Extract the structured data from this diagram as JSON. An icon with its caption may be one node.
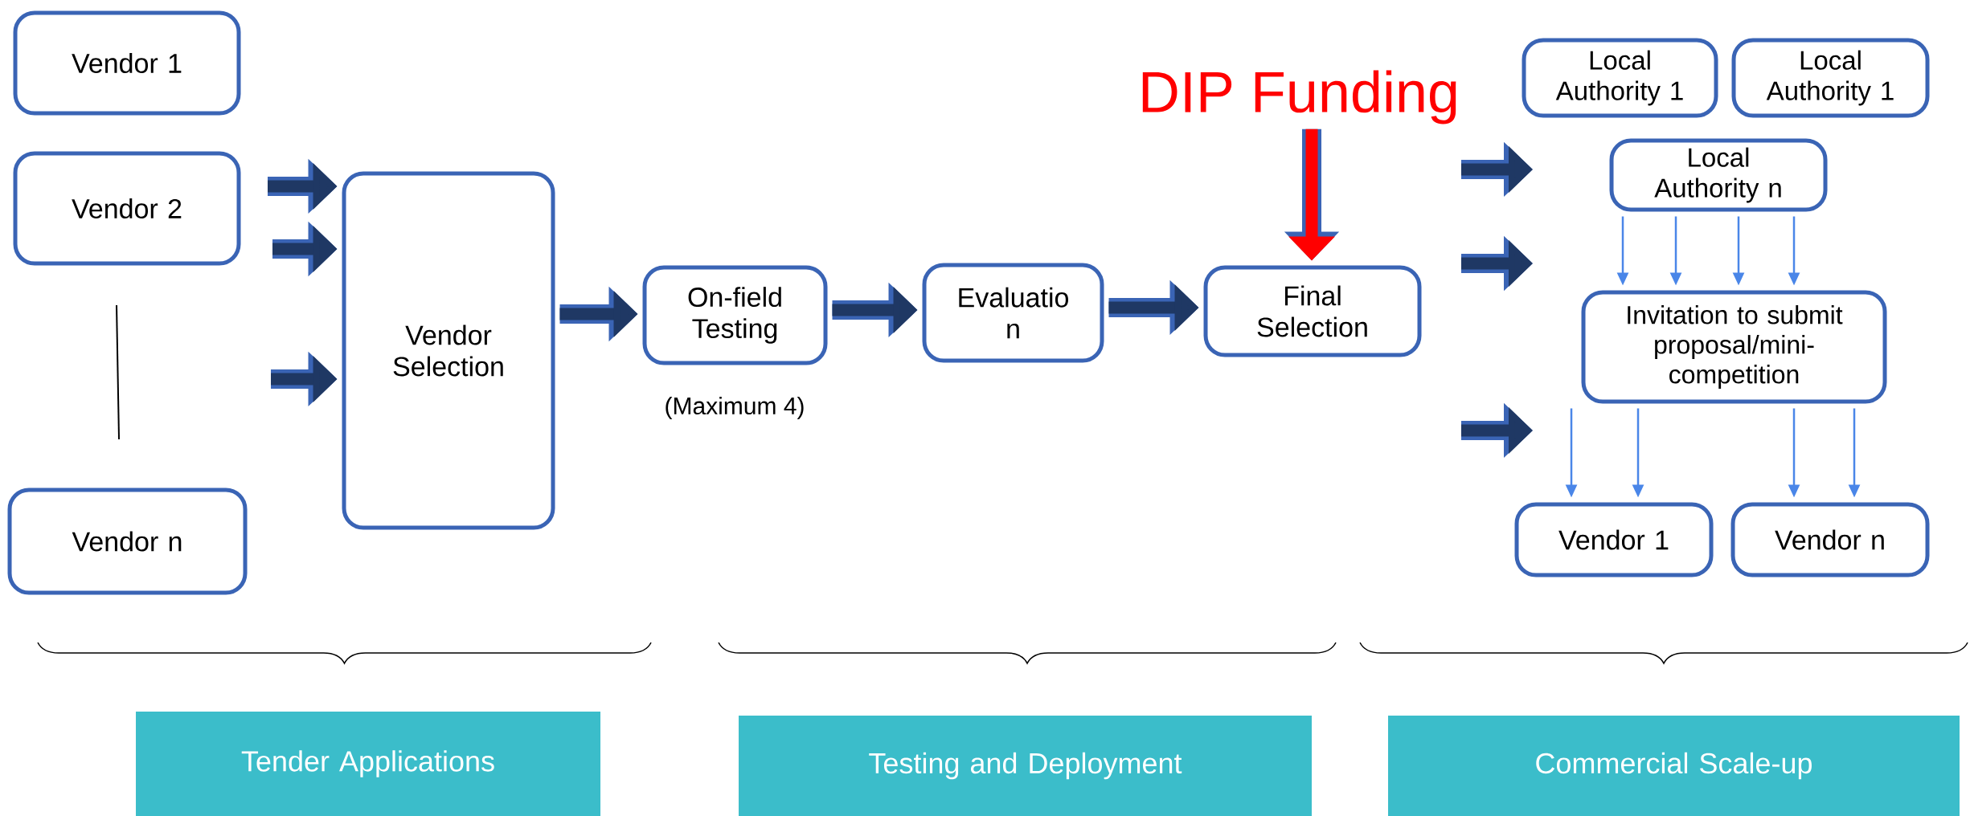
{
  "diagram": {
    "nodes": [
      {
        "text": [
          "Vendor 1"
        ]
      },
      {
        "text": [
          "Vendor 2"
        ]
      },
      {
        "text": [
          "Vendor n"
        ]
      },
      {
        "text": [
          "Vendor Selection"
        ]
      },
      {
        "text": [
          "On-field Testing"
        ],
        "beside": [
          "(Maximum 4)"
        ]
      },
      {
        "text": [
          "Evaluatio n"
        ]
      },
      {
        "text": [
          "Final Selection"
        ]
      },
      {
        "text": [
          "DIP Funding"
        ]
      },
      {
        "text": [
          "Local Authority 1"
        ]
      },
      {
        "text": [
          "Local Authority 1"
        ]
      },
      {
        "text": [
          "Local Authority n"
        ]
      },
      {
        "text": [
          "Invitation to submit proposal/mini-competition"
        ]
      },
      {
        "text": [
          "Vendor 1"
        ]
      },
      {
        "text": [
          "Vendor n"
        ]
      },
      {
        "text": [
          "Tender Applications"
        ]
      },
      {
        "text": [
          "Testing and Deployment"
        ]
      },
      {
        "text": [
          "Commercial Scale-up"
        ]
      }
    ],
    "edges": [
      {
        "from": null,
        "to": 3,
        "arrow": "to",
        "style": "thick",
        "color": "#1f3864"
      },
      {
        "from": null,
        "to": 3,
        "arrow": "to",
        "style": "thick",
        "color": "#1f3864"
      },
      {
        "from": null,
        "to": 3,
        "arrow": "to",
        "style": "thick",
        "color": "#1f3864"
      },
      {
        "from": 3,
        "to": 4,
        "arrow": "to",
        "style": "thick",
        "color": "#1f3864"
      },
      {
        "from": 4,
        "to": 5,
        "arrow": "to",
        "style": "thick",
        "color": "#1f3864"
      },
      {
        "from": 5,
        "to": 6,
        "arrow": "to",
        "style": "thick",
        "color": "#1f3864"
      },
      {
        "from": 7,
        "to": 6,
        "arrow": "to",
        "style": "thick",
        "color": "#ff0000"
      },
      {
        "from": 10,
        "to": 11,
        "arrow": "to"
      },
      {
        "from": 10,
        "to": 11,
        "arrow": "to"
      },
      {
        "from": 10,
        "to": 11,
        "arrow": "to"
      },
      {
        "from": 10,
        "to": 11,
        "arrow": "to"
      },
      {
        "from": 11,
        "to": 12,
        "arrow": "to"
      },
      {
        "from": 11,
        "to": 12,
        "arrow": "to"
      },
      {
        "from": 11,
        "to": 13,
        "arrow": "to"
      },
      {
        "from": 11,
        "to": 13,
        "arrow": "to"
      }
    ]
  }
}
